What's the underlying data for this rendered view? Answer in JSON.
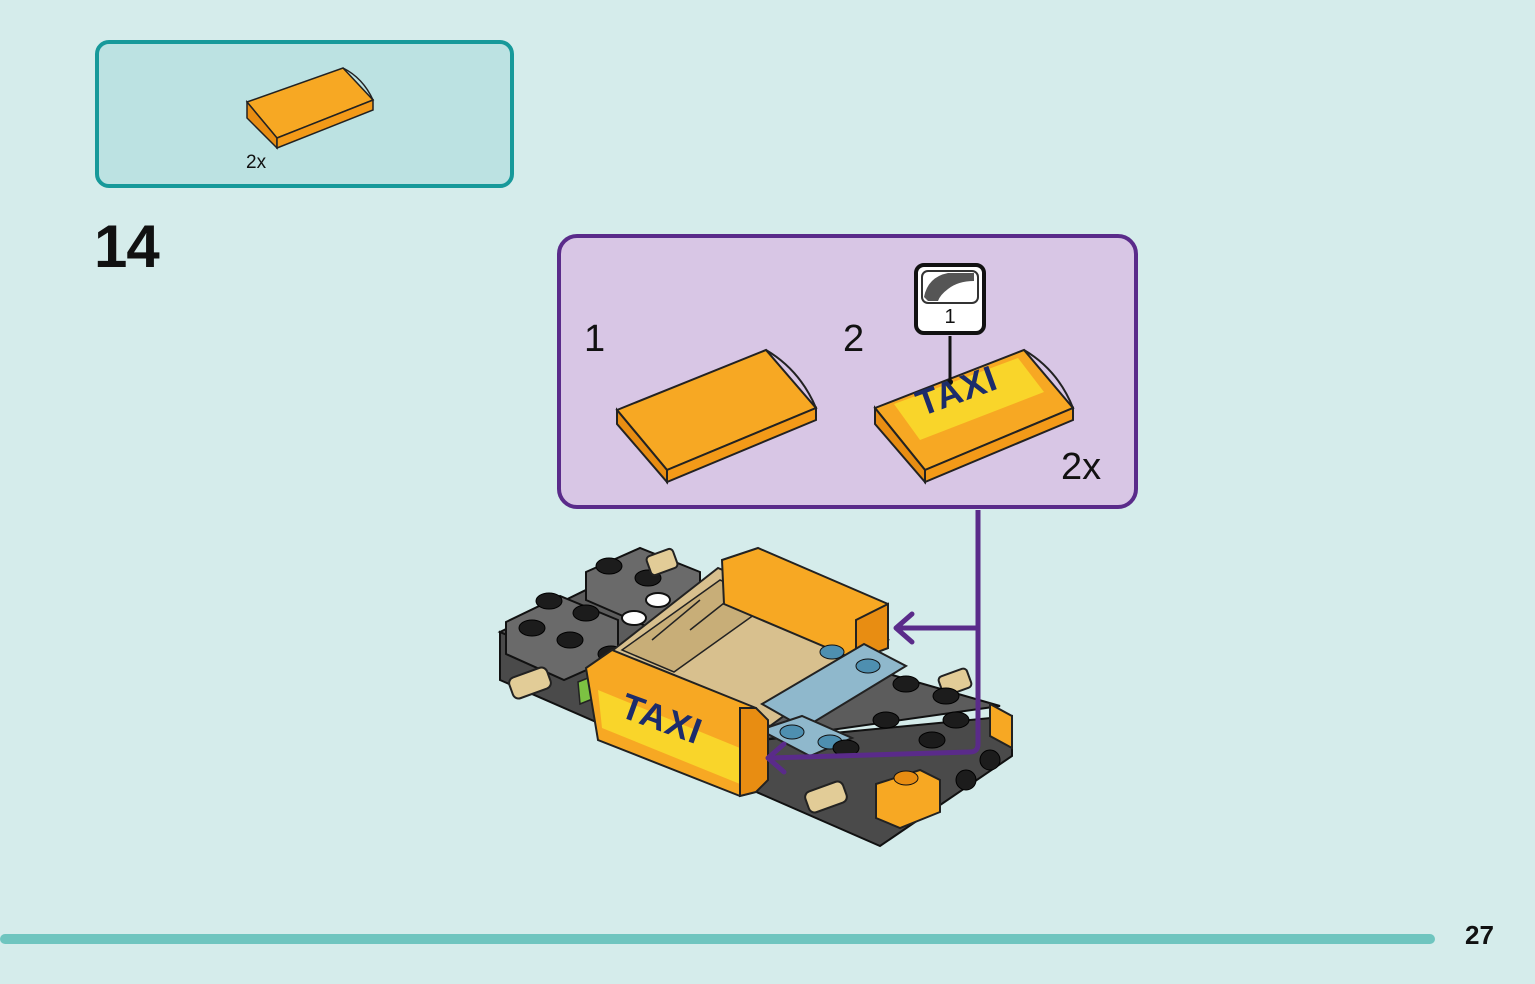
{
  "parts_list": {
    "quantity": "2x",
    "part_color": "#f7a823"
  },
  "step": {
    "number": "14"
  },
  "sub_assembly": {
    "sub_step_1": "1",
    "sub_step_2": "2",
    "sticker_number": "1",
    "sticker_text": "TAXI",
    "quantity": "2x"
  },
  "model": {
    "sticker_text": "TAXI"
  },
  "colors": {
    "page_background": "#d5eceb",
    "parts_box_border": "#17999a",
    "parts_box_fill": "#bce2e2",
    "sub_box_border": "#5a2b8a",
    "sub_box_fill": "#d8c6e5",
    "arrow": "#5a2b8a",
    "brick_orange": "#f7a823",
    "bottom_bar": "#6fc5bf"
  },
  "page": {
    "number": "27"
  }
}
